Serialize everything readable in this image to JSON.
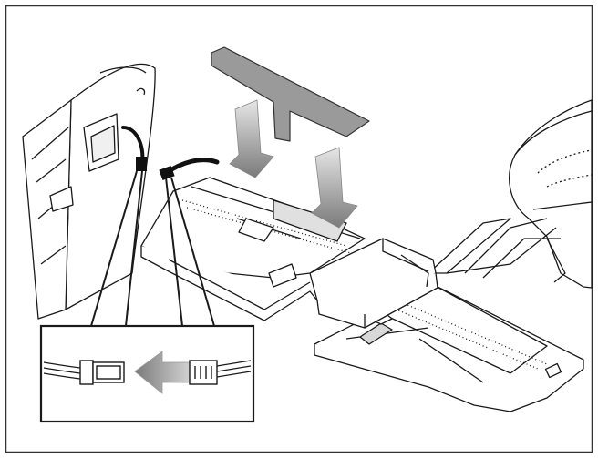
{
  "figure": {
    "frame": "border",
    "subject": "tail-assembly-servo-connection",
    "palette": {
      "line": "#1a1a1a",
      "tape": "#9a9a9a",
      "arrow_light": "#e6e6e6",
      "arrow_dark": "#7a7a7a",
      "surface": "#ffffff",
      "shade": "#d8d8d8"
    },
    "parts": [
      {
        "id": "vertical-fin",
        "role": "rudder-and-fin"
      },
      {
        "id": "horizontal-stabilizer",
        "role": "elevator-assembly"
      },
      {
        "id": "fuselage",
        "role": "aircraft-body"
      },
      {
        "id": "tape-strip",
        "role": "adhesive-tape"
      },
      {
        "id": "servo-lead-rudder",
        "role": "rudder-servo-wire"
      },
      {
        "id": "extension-lead",
        "role": "fuselage-wire"
      }
    ],
    "arrows": [
      {
        "id": "press-down-left",
        "direction": "down"
      },
      {
        "id": "press-down-right",
        "direction": "down"
      },
      {
        "id": "connect-arrow",
        "direction": "left"
      }
    ],
    "callout": {
      "shows": "plug-into-receptacle",
      "connectors": [
        "female-plug",
        "male-plug"
      ]
    }
  }
}
